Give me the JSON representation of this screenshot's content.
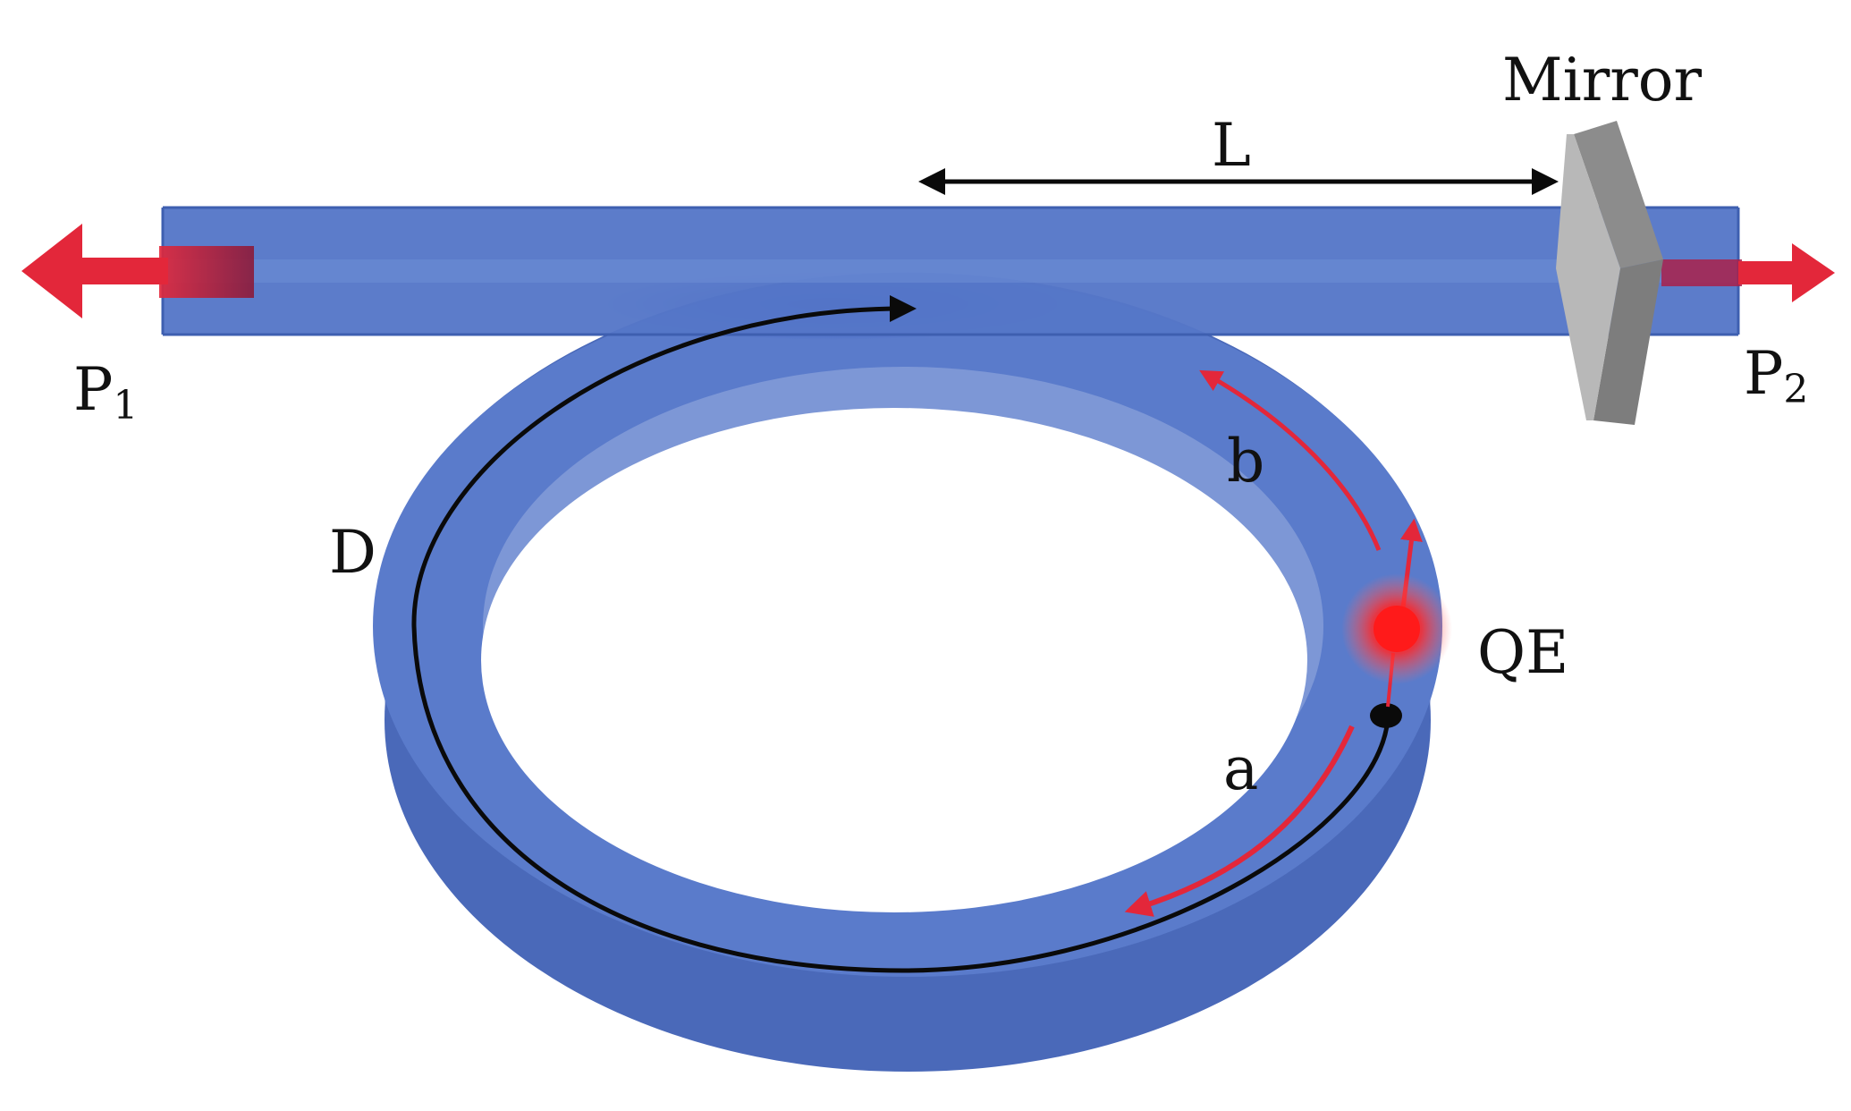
{
  "labels": {
    "mirror": "Mirror",
    "length": "L",
    "port1": "P",
    "port1_sub": "1",
    "port2": "P",
    "port2_sub": "2",
    "ring": "D",
    "emitter": "QE",
    "mode_a": "a",
    "mode_b": "b"
  },
  "colors": {
    "waveguide": "#5577c8",
    "waveguide_edge": "#3e5fb0",
    "ring_top": "#5a7bcb",
    "ring_side": "#4a69b9",
    "ring_inner_wall": "#7d97d6",
    "coupling_region": "#1f3fb8",
    "mirror_face": "#8a8a8a",
    "mirror_edge": "#b5b5b5",
    "field_arrows": "#e3273a",
    "emitter": "#ff1a1a",
    "path": "#0a0a0a"
  }
}
